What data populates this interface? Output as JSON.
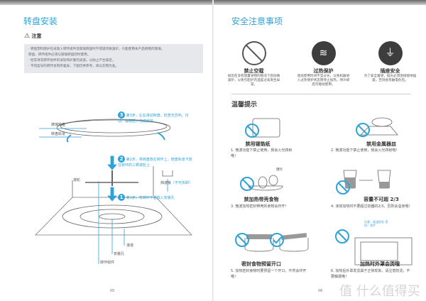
{
  "left_page": {
    "title": "转盘安装",
    "warning_label": "注意",
    "notes": [
      "· 转盘塑料底护在未放入转环组件及玻璃转盘时不得操作微波炉，只能使用本产品附赠的玻璃。",
      "  转盘、转环组件必须与玻璃转盘同时使用。",
      "· 经常清洗转环组件的滚轮和炉底的滚道，以防止产生噪音。",
      "· 不同型号的转环会有所差异，下图仅供参考，请以实物为准。"
    ],
    "steps": [
      {
        "num": "3",
        "text": "第3步，左右滑动转盘，检查无异响、抖动、偏移后，完成安装"
      },
      {
        "num": "2",
        "text": "第2步，将转盘放在转环上，使盘轨道卡放在转环的三颗滚轮上"
      },
      {
        "num": "1",
        "text": "第1步，将转环平整放入安装孔"
      }
    ],
    "labels": {
      "glass_plate": "玻璃转盘",
      "plate_track": "转盘轨道",
      "roller": "滚轮",
      "baffle": "挡波板",
      "baffle_note": "（不可拆卸）",
      "groove": "滚道",
      "mount_hole": "安装孔",
      "ring_assembly": "转环组件"
    },
    "page_number": "05"
  },
  "right_page": {
    "title": "安全注意事项",
    "safety": [
      {
        "icon": "no-empty-run-icon",
        "title": "禁止空载",
        "desc": "如您在没有放置食物的情况下启动微波炉，以免引起炉内温度过高发生异常。"
      },
      {
        "icon": "overheat-icon",
        "title": "过热保护",
        "desc": "连续使用时间不宜过长，以免机器进入过热保护状态而停止加热，待冷却后可继续使用。"
      },
      {
        "icon": "ground-icon",
        "title": "插座安全",
        "desc": "为了安全着想，插头必须连接接地插座，否则会有触电危险。"
      }
    ],
    "tips_title": "温馨提示",
    "tips": [
      {
        "title": "禁用锡箔纸",
        "desc": "1. 微波功能下禁止使用，我会火光四射哦！"
      },
      {
        "title": "禁用金属器皿",
        "desc": "2. 微波功能下禁止使用，我会火光四射哦！"
      },
      {
        "title": "禁加热带壳食物",
        "desc": "3. 微波加热密封带壳的食物会炸开！",
        "burst": "爆炸"
      },
      {
        "title": "容量不可超 2/3",
        "desc": "4. 液体加热时不要超过容器的2/3，否则会溢身哦！"
      },
      {
        "title": "密封食物预留开口",
        "desc": "5. 加热密封食物时要预留一个开口，不然会炸开哦！"
      },
      {
        "title": "加热时外罩会烫哦",
        "desc": "6. 加热后外罩发烫属于正常现象，请注意防烫，不要触摸哦！",
        "caution": "注意：高温危险 烫伤！烫手"
      }
    ],
    "page_number": "06",
    "watermark": "值 什么值得买"
  }
}
